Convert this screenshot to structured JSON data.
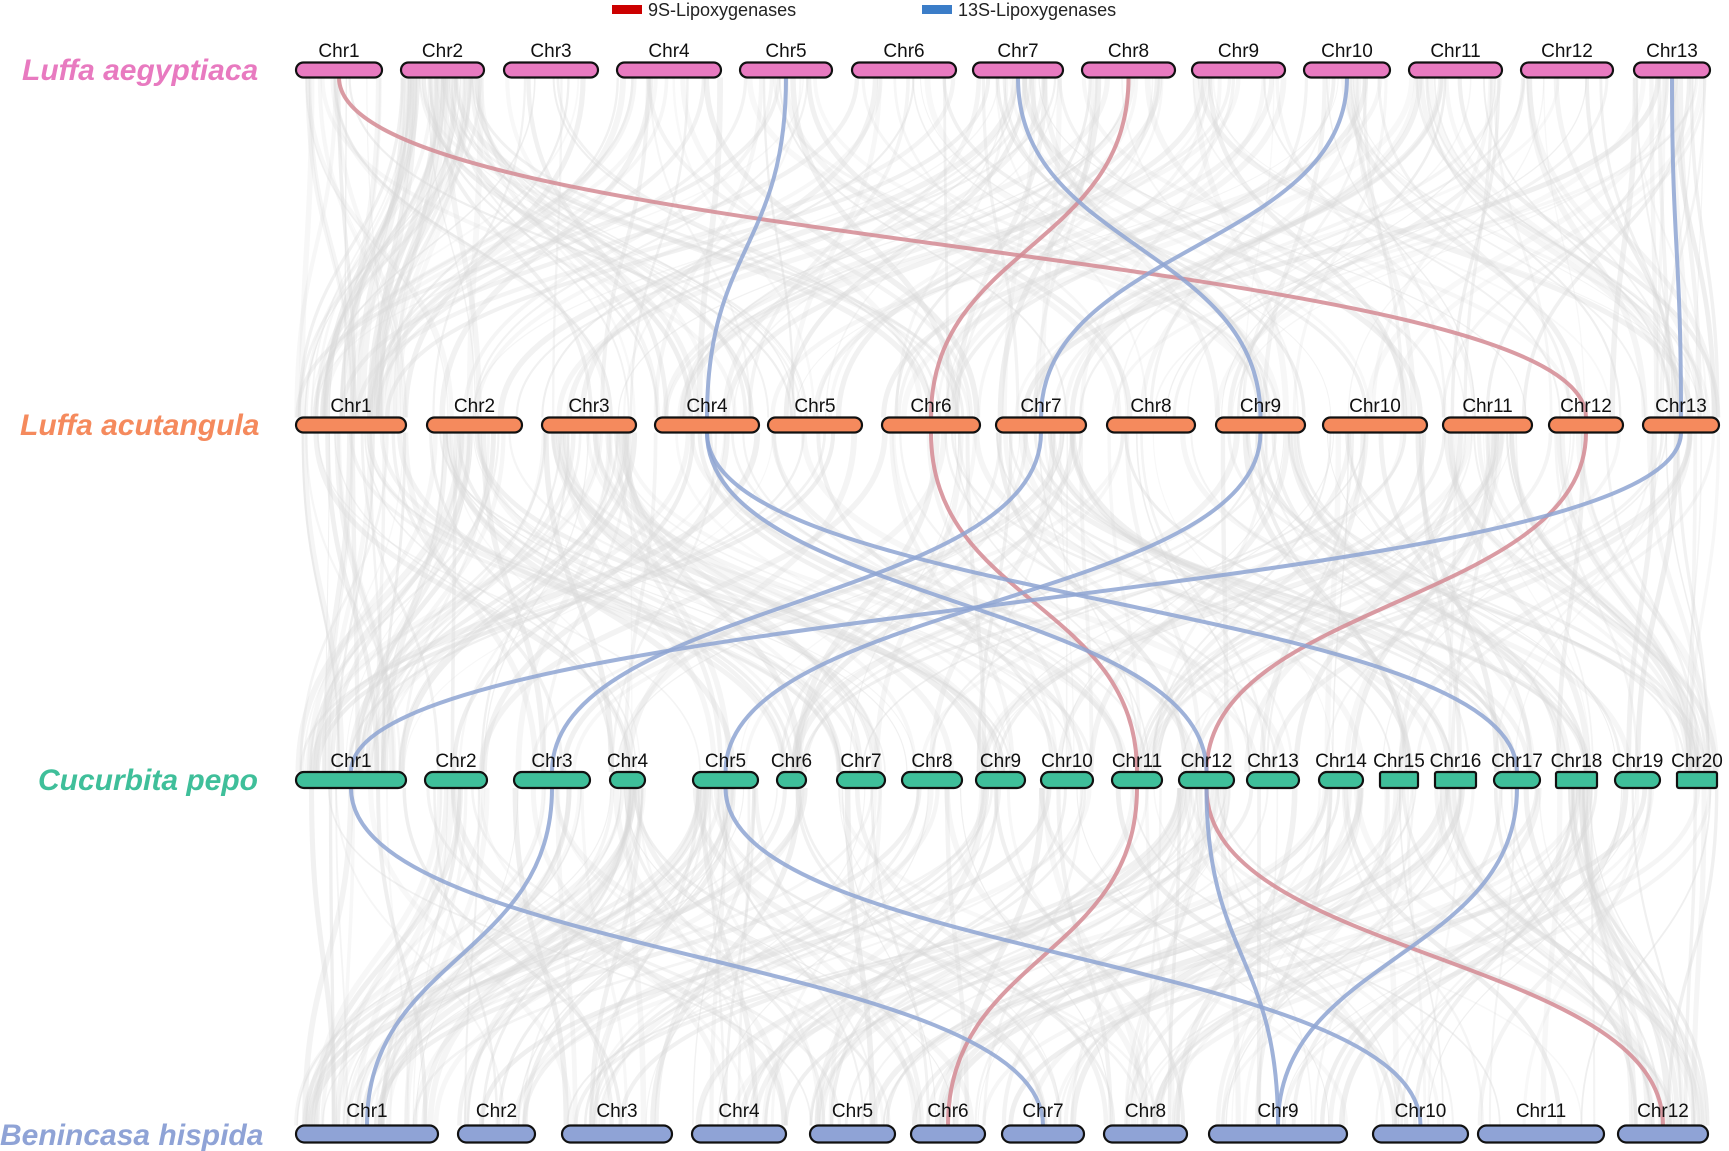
{
  "legend": [
    {
      "label": "9S-Lipoxygenases",
      "color": "#cc0000"
    },
    {
      "label": "13S-Lipoxygenases",
      "color": "#3b7dc8"
    }
  ],
  "link_colors": {
    "9S-Lipoxygenases": "#d38a93",
    "13S-Lipoxygenases": "#8ea5d2",
    "background": "#d9d9d9"
  },
  "species": [
    {
      "name": "Luffa aegyptiaca",
      "color": "#e87ac0",
      "chromosomes": [
        "Chr1",
        "Chr2",
        "Chr3",
        "Chr4",
        "Chr5",
        "Chr6",
        "Chr7",
        "Chr8",
        "Chr9",
        "Chr10",
        "Chr11",
        "Chr12",
        "Chr13"
      ]
    },
    {
      "name": "Luffa acutangula",
      "color": "#f58a5d",
      "chromosomes": [
        "Chr1",
        "Chr2",
        "Chr3",
        "Chr4",
        "Chr5",
        "Chr6",
        "Chr7",
        "Chr8",
        "Chr9",
        "Chr10",
        "Chr11",
        "Chr12",
        "Chr13"
      ]
    },
    {
      "name": "Cucurbita pepo",
      "color": "#3fbf9a",
      "chromosomes": [
        "Chr1",
        "Chr2",
        "Chr3",
        "Chr4",
        "Chr5",
        "Chr6",
        "Chr7",
        "Chr8",
        "Chr9",
        "Chr10",
        "Chr11",
        "Chr12",
        "Chr13",
        "Chr14",
        "Chr15",
        "Chr16",
        "Chr17",
        "Chr18",
        "Chr19",
        "Chr20"
      ]
    },
    {
      "name": "Benincasa hispida",
      "color": "#8fa3d6",
      "chromosomes": [
        "Chr1",
        "Chr2",
        "Chr3",
        "Chr4",
        "Chr5",
        "Chr6",
        "Chr7",
        "Chr8",
        "Chr9",
        "Chr10",
        "Chr11",
        "Chr12"
      ]
    }
  ],
  "highlighted_links": [
    {
      "type": "9S-Lipoxygenases",
      "from": [
        "Luffa aegyptiaca",
        "Chr1"
      ],
      "to": [
        "Luffa acutangula",
        "Chr12"
      ]
    },
    {
      "type": "9S-Lipoxygenases",
      "from": [
        "Luffa aegyptiaca",
        "Chr8"
      ],
      "to": [
        "Luffa acutangula",
        "Chr6"
      ]
    },
    {
      "type": "13S-Lipoxygenases",
      "from": [
        "Luffa aegyptiaca",
        "Chr5"
      ],
      "to": [
        "Luffa acutangula",
        "Chr4"
      ]
    },
    {
      "type": "13S-Lipoxygenases",
      "from": [
        "Luffa aegyptiaca",
        "Chr7"
      ],
      "to": [
        "Luffa acutangula",
        "Chr9"
      ]
    },
    {
      "type": "13S-Lipoxygenases",
      "from": [
        "Luffa aegyptiaca",
        "Chr10"
      ],
      "to": [
        "Luffa acutangula",
        "Chr7"
      ]
    },
    {
      "type": "13S-Lipoxygenases",
      "from": [
        "Luffa aegyptiaca",
        "Chr13"
      ],
      "to": [
        "Luffa acutangula",
        "Chr13"
      ]
    },
    {
      "type": "9S-Lipoxygenases",
      "from": [
        "Luffa acutangula",
        "Chr6"
      ],
      "to": [
        "Cucurbita pepo",
        "Chr11"
      ]
    },
    {
      "type": "9S-Lipoxygenases",
      "from": [
        "Luffa acutangula",
        "Chr12"
      ],
      "to": [
        "Cucurbita pepo",
        "Chr12"
      ]
    },
    {
      "type": "13S-Lipoxygenases",
      "from": [
        "Luffa acutangula",
        "Chr4"
      ],
      "to": [
        "Cucurbita pepo",
        "Chr12"
      ]
    },
    {
      "type": "13S-Lipoxygenases",
      "from": [
        "Luffa acutangula",
        "Chr4"
      ],
      "to": [
        "Cucurbita pepo",
        "Chr17"
      ]
    },
    {
      "type": "13S-Lipoxygenases",
      "from": [
        "Luffa acutangula",
        "Chr7"
      ],
      "to": [
        "Cucurbita pepo",
        "Chr3"
      ]
    },
    {
      "type": "13S-Lipoxygenases",
      "from": [
        "Luffa acutangula",
        "Chr9"
      ],
      "to": [
        "Cucurbita pepo",
        "Chr5"
      ]
    },
    {
      "type": "13S-Lipoxygenases",
      "from": [
        "Luffa acutangula",
        "Chr13"
      ],
      "to": [
        "Cucurbita pepo",
        "Chr1"
      ]
    },
    {
      "type": "9S-Lipoxygenases",
      "from": [
        "Cucurbita pepo",
        "Chr11"
      ],
      "to": [
        "Benincasa hispida",
        "Chr6"
      ]
    },
    {
      "type": "9S-Lipoxygenases",
      "from": [
        "Cucurbita pepo",
        "Chr12"
      ],
      "to": [
        "Benincasa hispida",
        "Chr12"
      ]
    },
    {
      "type": "13S-Lipoxygenases",
      "from": [
        "Cucurbita pepo",
        "Chr1"
      ],
      "to": [
        "Benincasa hispida",
        "Chr7"
      ]
    },
    {
      "type": "13S-Lipoxygenases",
      "from": [
        "Cucurbita pepo",
        "Chr3"
      ],
      "to": [
        "Benincasa hispida",
        "Chr1"
      ]
    },
    {
      "type": "13S-Lipoxygenases",
      "from": [
        "Cucurbita pepo",
        "Chr5"
      ],
      "to": [
        "Benincasa hispida",
        "Chr10"
      ]
    },
    {
      "type": "13S-Lipoxygenases",
      "from": [
        "Cucurbita pepo",
        "Chr12"
      ],
      "to": [
        "Benincasa hispida",
        "Chr9"
      ]
    },
    {
      "type": "13S-Lipoxygenases",
      "from": [
        "Cucurbita pepo",
        "Chr17"
      ],
      "to": [
        "Benincasa hispida",
        "Chr9"
      ]
    }
  ]
}
